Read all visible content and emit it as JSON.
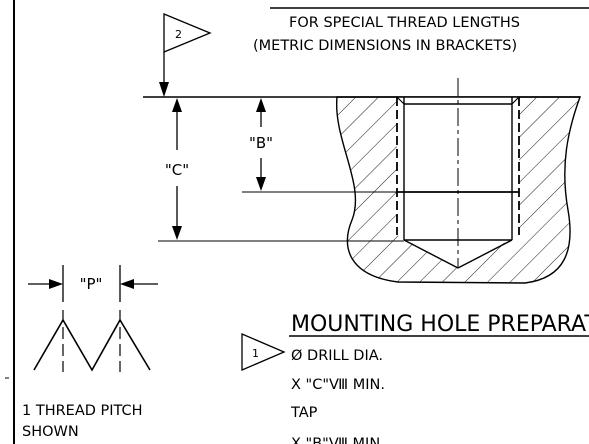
{
  "note": {
    "line1": "FOR SPECIAL THREAD LENGTHS",
    "line2": "(METRIC DIMENSIONS IN BRACKETS)"
  },
  "flag_note_number": "2",
  "dimensions": {
    "c_label": "\"C\"",
    "b_label": "\"B\"",
    "p_label": "\"P\""
  },
  "thread_pitch": {
    "line1": "1 THREAD PITCH",
    "line2": "SHOWN"
  },
  "mounting": {
    "title": "MOUNTING HOLE PREPARATION",
    "flag_number": "1",
    "steps": [
      "Ø DRILL DIA.",
      "X \"C\"Ⅷ MIN.",
      "TAP",
      "X \"B\"Ⅷ MIN."
    ]
  }
}
